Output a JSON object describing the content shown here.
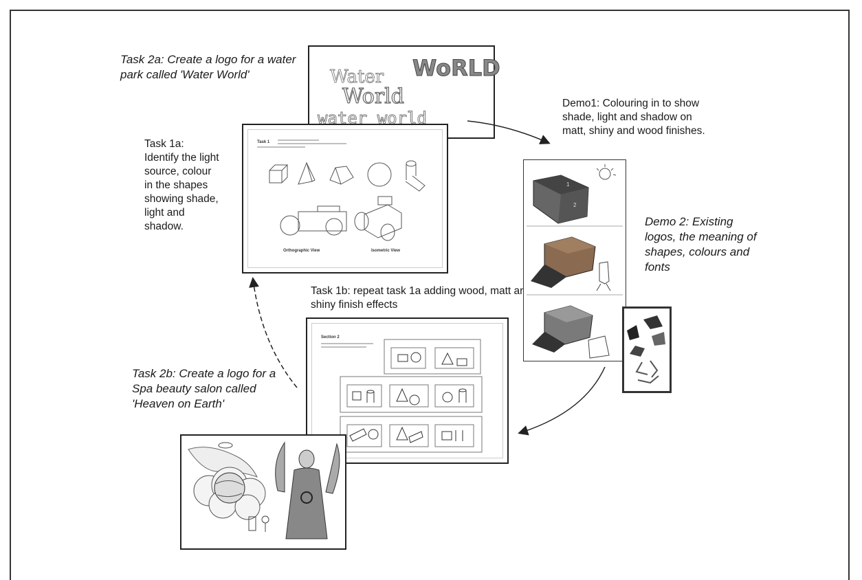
{
  "captions": {
    "task2a": "Task 2a: Create a logo for a water park called 'Water World'",
    "demo1": "Demo1: Colouring in to show shade, light and shadow on matt, shiny and wood finishes.",
    "task1a": "Task 1a: Identify the light source, colour in the shapes showing shade, light and shadow.",
    "demo2": "Demo 2: Existing logos, the meaning of shapes, colours and fonts",
    "task1b": "Task 1b: repeat task 1a adding wood, matt and shiny finish effects",
    "task2b": "Task 2b: Create a logo for a Spa beauty salon called 'Heaven on Earth'"
  },
  "water_world": {
    "line1": "Water",
    "line2": "World",
    "line3": "water world",
    "badge": "WoRLD"
  },
  "worksheet1a": {
    "heading": "Task 1",
    "label_left": "Orthographic View",
    "label_right": "Isometric View"
  },
  "worksheet1b": {
    "heading": "Section 2"
  },
  "demo1": {
    "label1": "1",
    "label2": "2"
  },
  "colors": {
    "border": "#222222",
    "arrow": "#222222",
    "background": "#ffffff"
  }
}
